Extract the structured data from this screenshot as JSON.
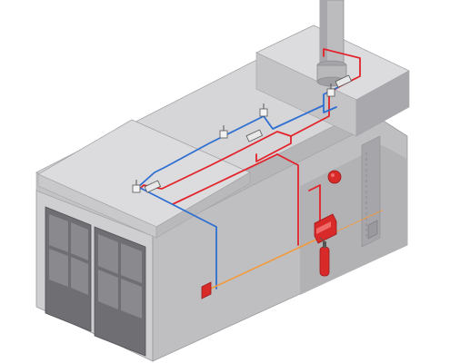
{
  "diagram": {
    "type": "isometric-fire-suppression-illustration",
    "colors": {
      "background": "#ffffff",
      "wall_light": "#cfcfd1",
      "wall_mid": "#b4b4b7",
      "wall_dark": "#8e8e92",
      "roof_top": "#d9d9db",
      "door_panel": "#6f6f73",
      "door_glass": "#8a8a8e",
      "pipe_blue": "#2e6fd1",
      "pipe_red": "#e2232a",
      "pipe_orange": "#f39a3a",
      "device_red": "#d92a2a",
      "chimney": "#b9b9bc",
      "nozzle": "#f2f2f2"
    },
    "components": [
      {
        "name": "chimney",
        "icon": "exhaust-stack"
      },
      {
        "name": "nozzles",
        "count": 4,
        "icon": "spray-nozzle"
      },
      {
        "name": "alarm-bell",
        "icon": "fire-bell"
      },
      {
        "name": "control-panel",
        "icon": "fire-control-panel"
      },
      {
        "name": "extinguisher-cylinder",
        "icon": "gas-cylinder"
      },
      {
        "name": "manual-call-point",
        "icon": "call-point"
      },
      {
        "name": "double-doors",
        "icon": "paneled-doors"
      }
    ]
  }
}
